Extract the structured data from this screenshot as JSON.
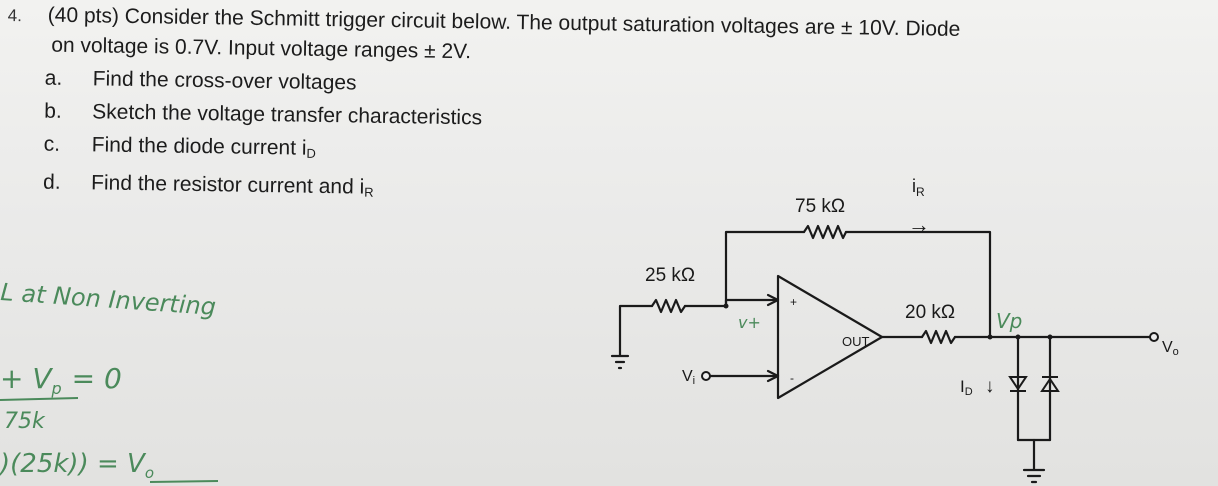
{
  "problem": {
    "number": "4.",
    "line1": "(40 pts) Consider the Schmitt trigger circuit below. The output saturation voltages are ± 10V. Diode",
    "line2": "on voltage is 0.7V. Input voltage ranges ± 2V.",
    "items": [
      {
        "letter": "a.",
        "text": "Find the cross-over voltages"
      },
      {
        "letter": "b.",
        "text": "Sketch the voltage transfer characteristics"
      },
      {
        "letter": "c.",
        "text": "Find the diode current i",
        "sub": "D"
      },
      {
        "letter": "d.",
        "text": "Find the resistor current and i",
        "sub": "R"
      }
    ]
  },
  "circuit": {
    "r_feedback": "75 kΩ",
    "r_input": "25 kΩ",
    "r_output": "20 kΩ",
    "ir_label": "i",
    "ir_sub": "R",
    "ir_arrow": "→",
    "vi_label": "V",
    "vi_sub": "i",
    "vo_label": "V",
    "vo_sub": "o",
    "id_label": "I",
    "id_sub": "D",
    "id_arrow": "↓",
    "opamp_plus": "+",
    "opamp_minus": "-",
    "opamp_out": "OUT"
  },
  "handwriting": {
    "line1": "L at Non Inverting",
    "line2": "+ V",
    "line2_sub": "p",
    "line2_rest": "= 0",
    "line3": "75k",
    "line4": ")(25k)) = V",
    "line4_sub": "o",
    "vplus_note": "v+",
    "vp_note": "Vp"
  }
}
